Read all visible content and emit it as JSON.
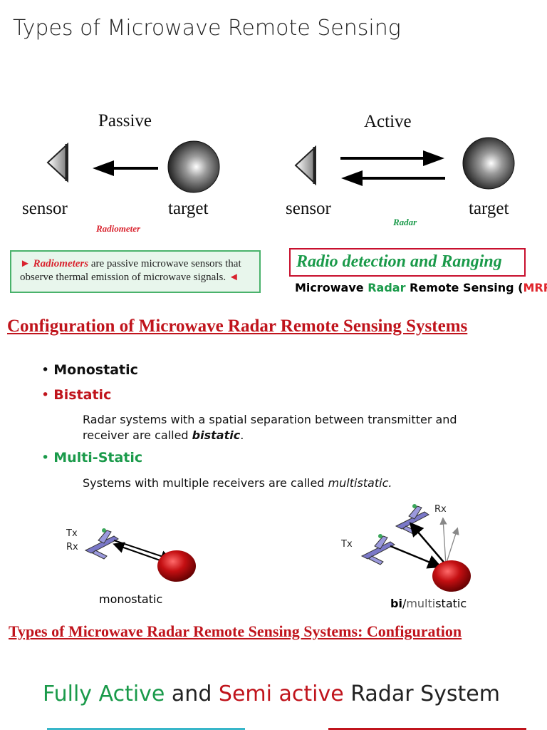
{
  "page_title": "Types of Microwave Remote Sensing",
  "passive": {
    "heading": "Passive",
    "sensor_label": "sensor",
    "target_label": "target",
    "type_label": "Radiometer",
    "info_highlight": "Radiometers",
    "info_text_1": " are passive microwave sensors that",
    "info_text_2": "observe thermal emission of microwave signals. ",
    "marker_left": "►",
    "marker_right": "◄"
  },
  "active": {
    "heading": "Active",
    "sensor_label": "sensor",
    "target_label": "target",
    "type_label": "Radar",
    "acronym_box": "Radio detection and Ranging",
    "mrrs_part1": "Microwave ",
    "mrrs_radar": "Radar",
    "mrrs_part2": " Remote Sensing (",
    "mrrs_acronym": "MRRS",
    "mrrs_part3": ")"
  },
  "config_heading": "Configuration of Microwave Radar Remote Sensing Systems",
  "configurations": [
    {
      "bullet": "•",
      "label": "Monostatic",
      "color": "#111111",
      "description": ""
    },
    {
      "bullet": "•",
      "label": "Bistatic",
      "color": "#c0141c",
      "description_1": "Radar systems with a spatial separation between transmitter and",
      "description_2": "receiver are called ",
      "description_em": "bistatic",
      "description_end": "."
    },
    {
      "bullet": "•",
      "label": "Multi-Static",
      "color": "#1a9a4a",
      "description_1": "Systems with multiple receivers are called ",
      "description_em": "multistatic."
    }
  ],
  "diagram": {
    "mono_tx": "Tx",
    "mono_rx": "Rx",
    "mono_caption": "monostatic",
    "bi_tx": "Tx",
    "bi_rx": "Rx",
    "bi_caption_bold": "bi",
    "bi_caption_slash": "/",
    "bi_caption_multi": "multi",
    "bi_caption_end": "static"
  },
  "types_heading": "Types of Microwave Radar Remote Sensing Systems: Configuration",
  "radar_system_title": {
    "fully_active": "Fully Active",
    "and": " and ",
    "semi_active": "Semi active",
    "rest": " Radar System"
  }
}
